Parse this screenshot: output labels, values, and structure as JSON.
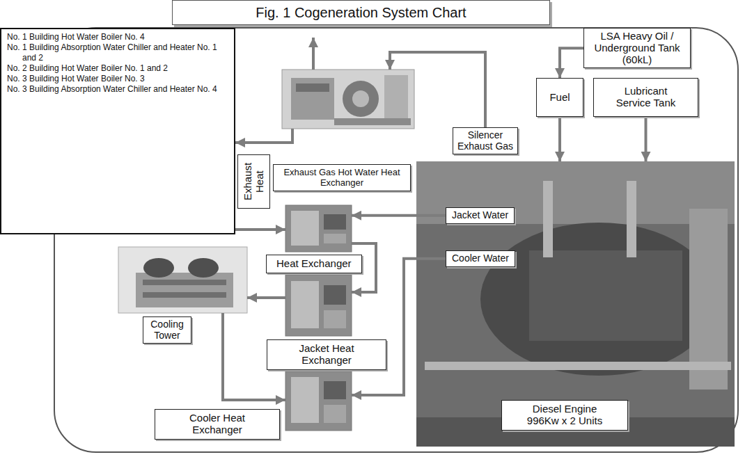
{
  "diagram": {
    "title": "Fig. 1 Cogeneration System Chart",
    "nodes": [
      {
        "text": [
          "No. 1 Building Hot Water Boiler No. 4",
          "No. 1 Building Absorption Water Chiller and Heater No. 1 and 2",
          "No. 2 Building Hot Water Boiler No. 1 and 2",
          "No. 3 Building Hot Water Boiler No. 3",
          "No. 3 Building Absorption Water Chiller and Heater No. 4"
        ]
      },
      {
        "text": [
          "Exhaust Heat"
        ]
      },
      {
        "text": [
          "Exhaust Gas Hot Water Heat Exchanger"
        ]
      },
      {
        "text": [
          "LSA Heavy Oil / Underground Tank (60kL)"
        ]
      },
      {
        "text": [
          "Fuel"
        ]
      },
      {
        "text": [
          "Lubricant Service Tank"
        ]
      },
      {
        "text": [
          "Silencer Exhaust Gas"
        ]
      },
      {
        "text": [
          "Heat Exchanger"
        ]
      },
      {
        "text": [
          "Diesel Engine 996Kw x 2 Units"
        ]
      },
      {
        "text": [
          "Jacket Water"
        ],
        "in": 8
      },
      {
        "text": [
          "Cooler Water"
        ],
        "in": 8
      },
      {
        "text": [
          "Cooling Tower"
        ]
      },
      {
        "text": [
          "Jacket Heat Exchanger"
        ]
      },
      {
        "text": [
          "Cooler Heat Exchanger"
        ]
      }
    ],
    "edges": [
      {
        "from": 3,
        "to": 4,
        "arrow": "to"
      },
      {
        "from": 4,
        "to": 8,
        "arrow": "to"
      },
      {
        "from": 5,
        "to": 8,
        "arrow": "to"
      },
      {
        "from": 6,
        "to": 2,
        "arrow": "to"
      },
      {
        "from": 2,
        "to": 0,
        "arrow": "to"
      },
      {
        "from": 0,
        "to": 7,
        "arrow": "to"
      },
      {
        "from": 9,
        "to": 7,
        "arrow": "to"
      },
      {
        "from": 7,
        "to": 12,
        "arrow": "to"
      },
      {
        "from": 12,
        "to": 11,
        "arrow": "to"
      },
      {
        "from": 11,
        "to": 13,
        "arrow": "to"
      },
      {
        "from": 10,
        "to": 13,
        "arrow": "to"
      }
    ]
  }
}
